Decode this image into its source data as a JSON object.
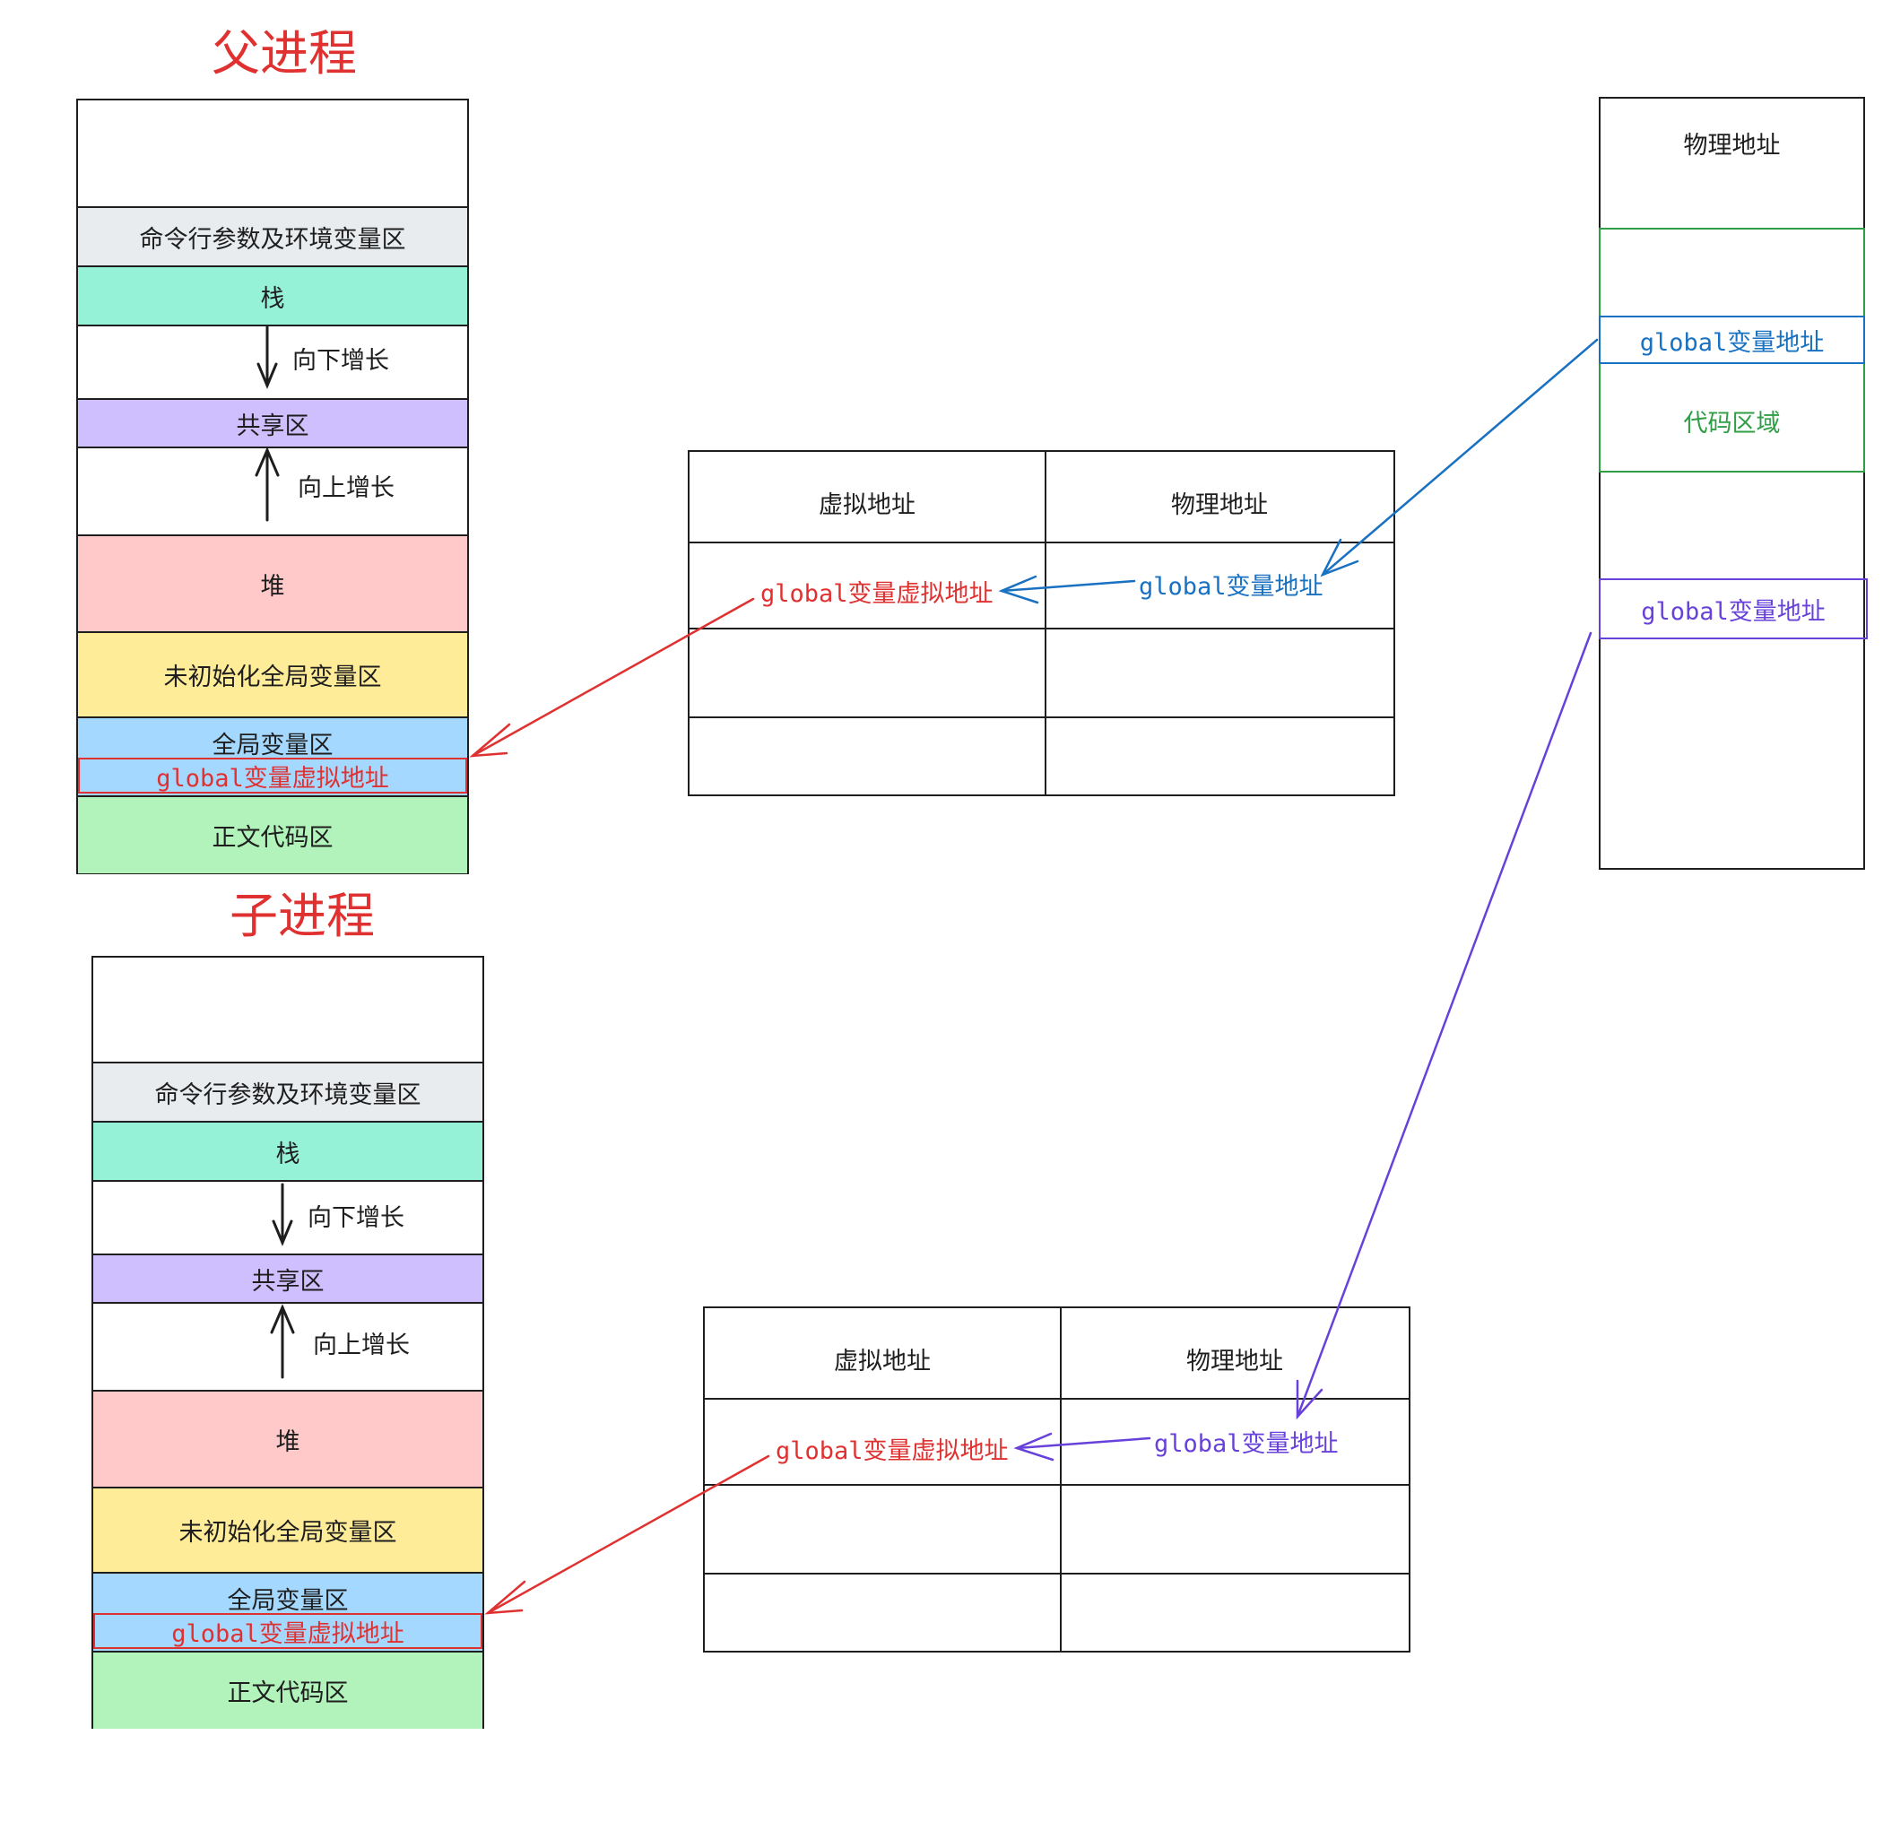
{
  "colors": {
    "red": "#e03131",
    "blue": "#1971c2",
    "green": "#2f9e44",
    "purple": "#6741d9",
    "env": "#e9ecef",
    "stack": "#96f2d7",
    "shared": "#d0bfff",
    "heap": "#ffc9c9",
    "bss": "#ffec99",
    "data": "#a5d8ff",
    "text": "#b2f2bb"
  },
  "parent": {
    "title": "父进程",
    "segments": {
      "env": "命令行参数及环境变量区",
      "stack": "栈",
      "grow_down": "向下增长",
      "shared": "共享区",
      "grow_up": "向上增长",
      "heap": "堆",
      "bss": "未初始化全局变量区",
      "data": "全局变量区",
      "global_var": "global变量虚拟地址",
      "text": "正文代码区"
    }
  },
  "child": {
    "title": "子进程",
    "segments": {
      "env": "命令行参数及环境变量区",
      "stack": "栈",
      "grow_down": "向下增长",
      "shared": "共享区",
      "grow_up": "向上增长",
      "heap": "堆",
      "bss": "未初始化全局变量区",
      "data": "全局变量区",
      "global_var": "global变量虚拟地址",
      "text": "正文代码区"
    }
  },
  "parent_page_table": {
    "header_virtual": "虚拟地址",
    "header_physical": "物理地址",
    "row_virtual": "global变量虚拟地址",
    "row_physical": "global变量地址"
  },
  "child_page_table": {
    "header_virtual": "虚拟地址",
    "header_physical": "物理地址",
    "row_virtual": "global变量虚拟地址",
    "row_physical": "global变量地址"
  },
  "physical_memory": {
    "title": "物理地址",
    "global_parent": "global变量地址",
    "code_region": "代码区域",
    "global_child": "global变量地址"
  }
}
